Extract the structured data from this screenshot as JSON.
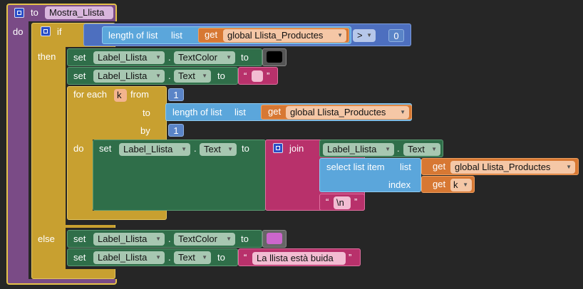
{
  "procedure": {
    "to_label": "to",
    "name": "Mostra_Llista",
    "do_label": "do"
  },
  "if_block": {
    "if_label": "if",
    "then_label": "then",
    "else_label": "else"
  },
  "condition": {
    "length_label": "length of list",
    "list_label": "list",
    "get_label": "get",
    "var": "global Llista_Productes",
    "operator": ">",
    "value": "0"
  },
  "then_statements": [
    {
      "set": "set",
      "component": "Label_Llista",
      "dot": ".",
      "property": "TextColor",
      "to": "to",
      "color": "#000000"
    },
    {
      "set": "set",
      "component": "Label_Llista",
      "dot": ".",
      "property": "Text",
      "to": "to",
      "text": ""
    }
  ],
  "for_each": {
    "label": "for each",
    "var": "k",
    "from_label": "from",
    "from_value": "1",
    "to_label": "to",
    "to_length": "length of list",
    "to_list": "list",
    "to_get": "get",
    "to_var": "global Llista_Productes",
    "by_label": "by",
    "by_value": "1",
    "do_label": "do"
  },
  "loop_set": {
    "set": "set",
    "component": "Label_Llista",
    "dot": ".",
    "property": "Text",
    "to": "to",
    "join": "join",
    "join_component": "Label_Llista",
    "join_dot": ".",
    "join_property": "Text",
    "select_label": "select list item",
    "select_list": "list",
    "select_get": "get",
    "select_var": "global Llista_Productes",
    "index_label": "index",
    "index_get": "get",
    "index_var": "k",
    "newline": "\\n"
  },
  "else_statements": [
    {
      "set": "set",
      "component": "Label_Llista",
      "dot": ".",
      "property": "TextColor",
      "to": "to",
      "color": "#cc66cc"
    },
    {
      "set": "set",
      "component": "Label_Llista",
      "dot": ".",
      "property": "Text",
      "to": "to",
      "text": "La llista està buida"
    }
  ],
  "colors": {
    "procedure": "#7a4b86",
    "control": "#c8a030",
    "math": "#4d6fbf",
    "list": "#5ba6db",
    "variable": "#d77833",
    "component": "#2f6e49",
    "text": "#b8316b",
    "canvas": "#262626"
  }
}
